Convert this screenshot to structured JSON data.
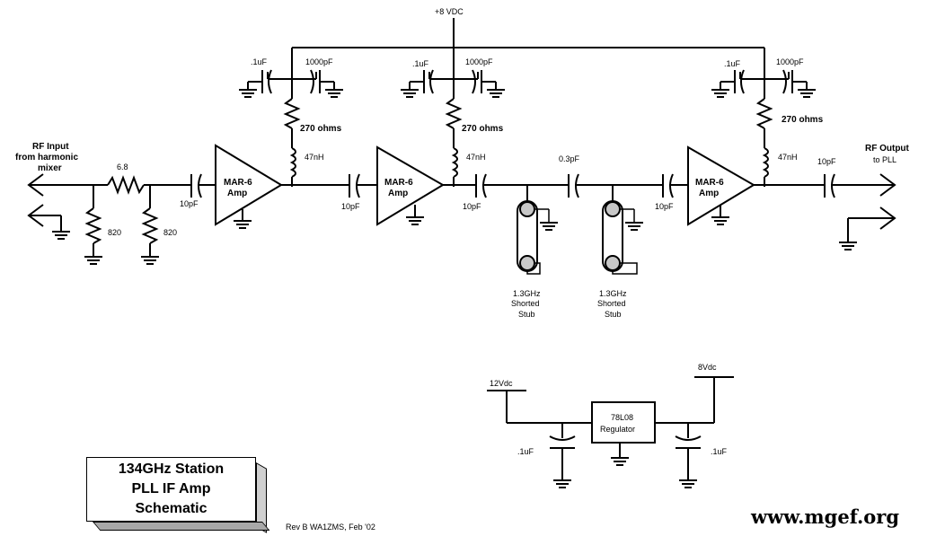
{
  "labels": {
    "supply_top": "+8 VDC",
    "rf_input": [
      "RF Input",
      "from harmonic",
      "mixer"
    ],
    "rf_output": [
      "RF Output",
      "to PLL"
    ],
    "input_resistor_series": "6.8",
    "input_resistor_shunt_1": "820",
    "input_resistor_shunt_2": "820",
    "coupling_cap_1": "10pF",
    "coupling_cap_2": "10pF",
    "coupling_cap_3": "10pF",
    "coupling_cap_4": "10pF",
    "coupling_cap_out": "10pF",
    "series_cap_mid": "0.3pF",
    "bypass_small": ".1uF",
    "bypass_large": "1000pF",
    "bias_resistor": "270 ohms",
    "bias_inductor": "47nH",
    "amp_name": "MAR-6",
    "amp_sub": "Amp",
    "stub_line1": "1.3GHz",
    "stub_line2": "Shorted",
    "stub_line3": "Stub",
    "reg_in": "12Vdc",
    "reg_out": "8Vdc",
    "reg_name": "78L08",
    "reg_sub": "Regulator",
    "reg_cap_in": ".1uF",
    "reg_cap_out": ".1uF"
  },
  "title_block": {
    "line1": "134GHz Station",
    "line2": "PLL IF Amp",
    "line3": "Schematic",
    "revision": "Rev B WA1ZMS, Feb '02"
  },
  "website": "www.mgef.org"
}
